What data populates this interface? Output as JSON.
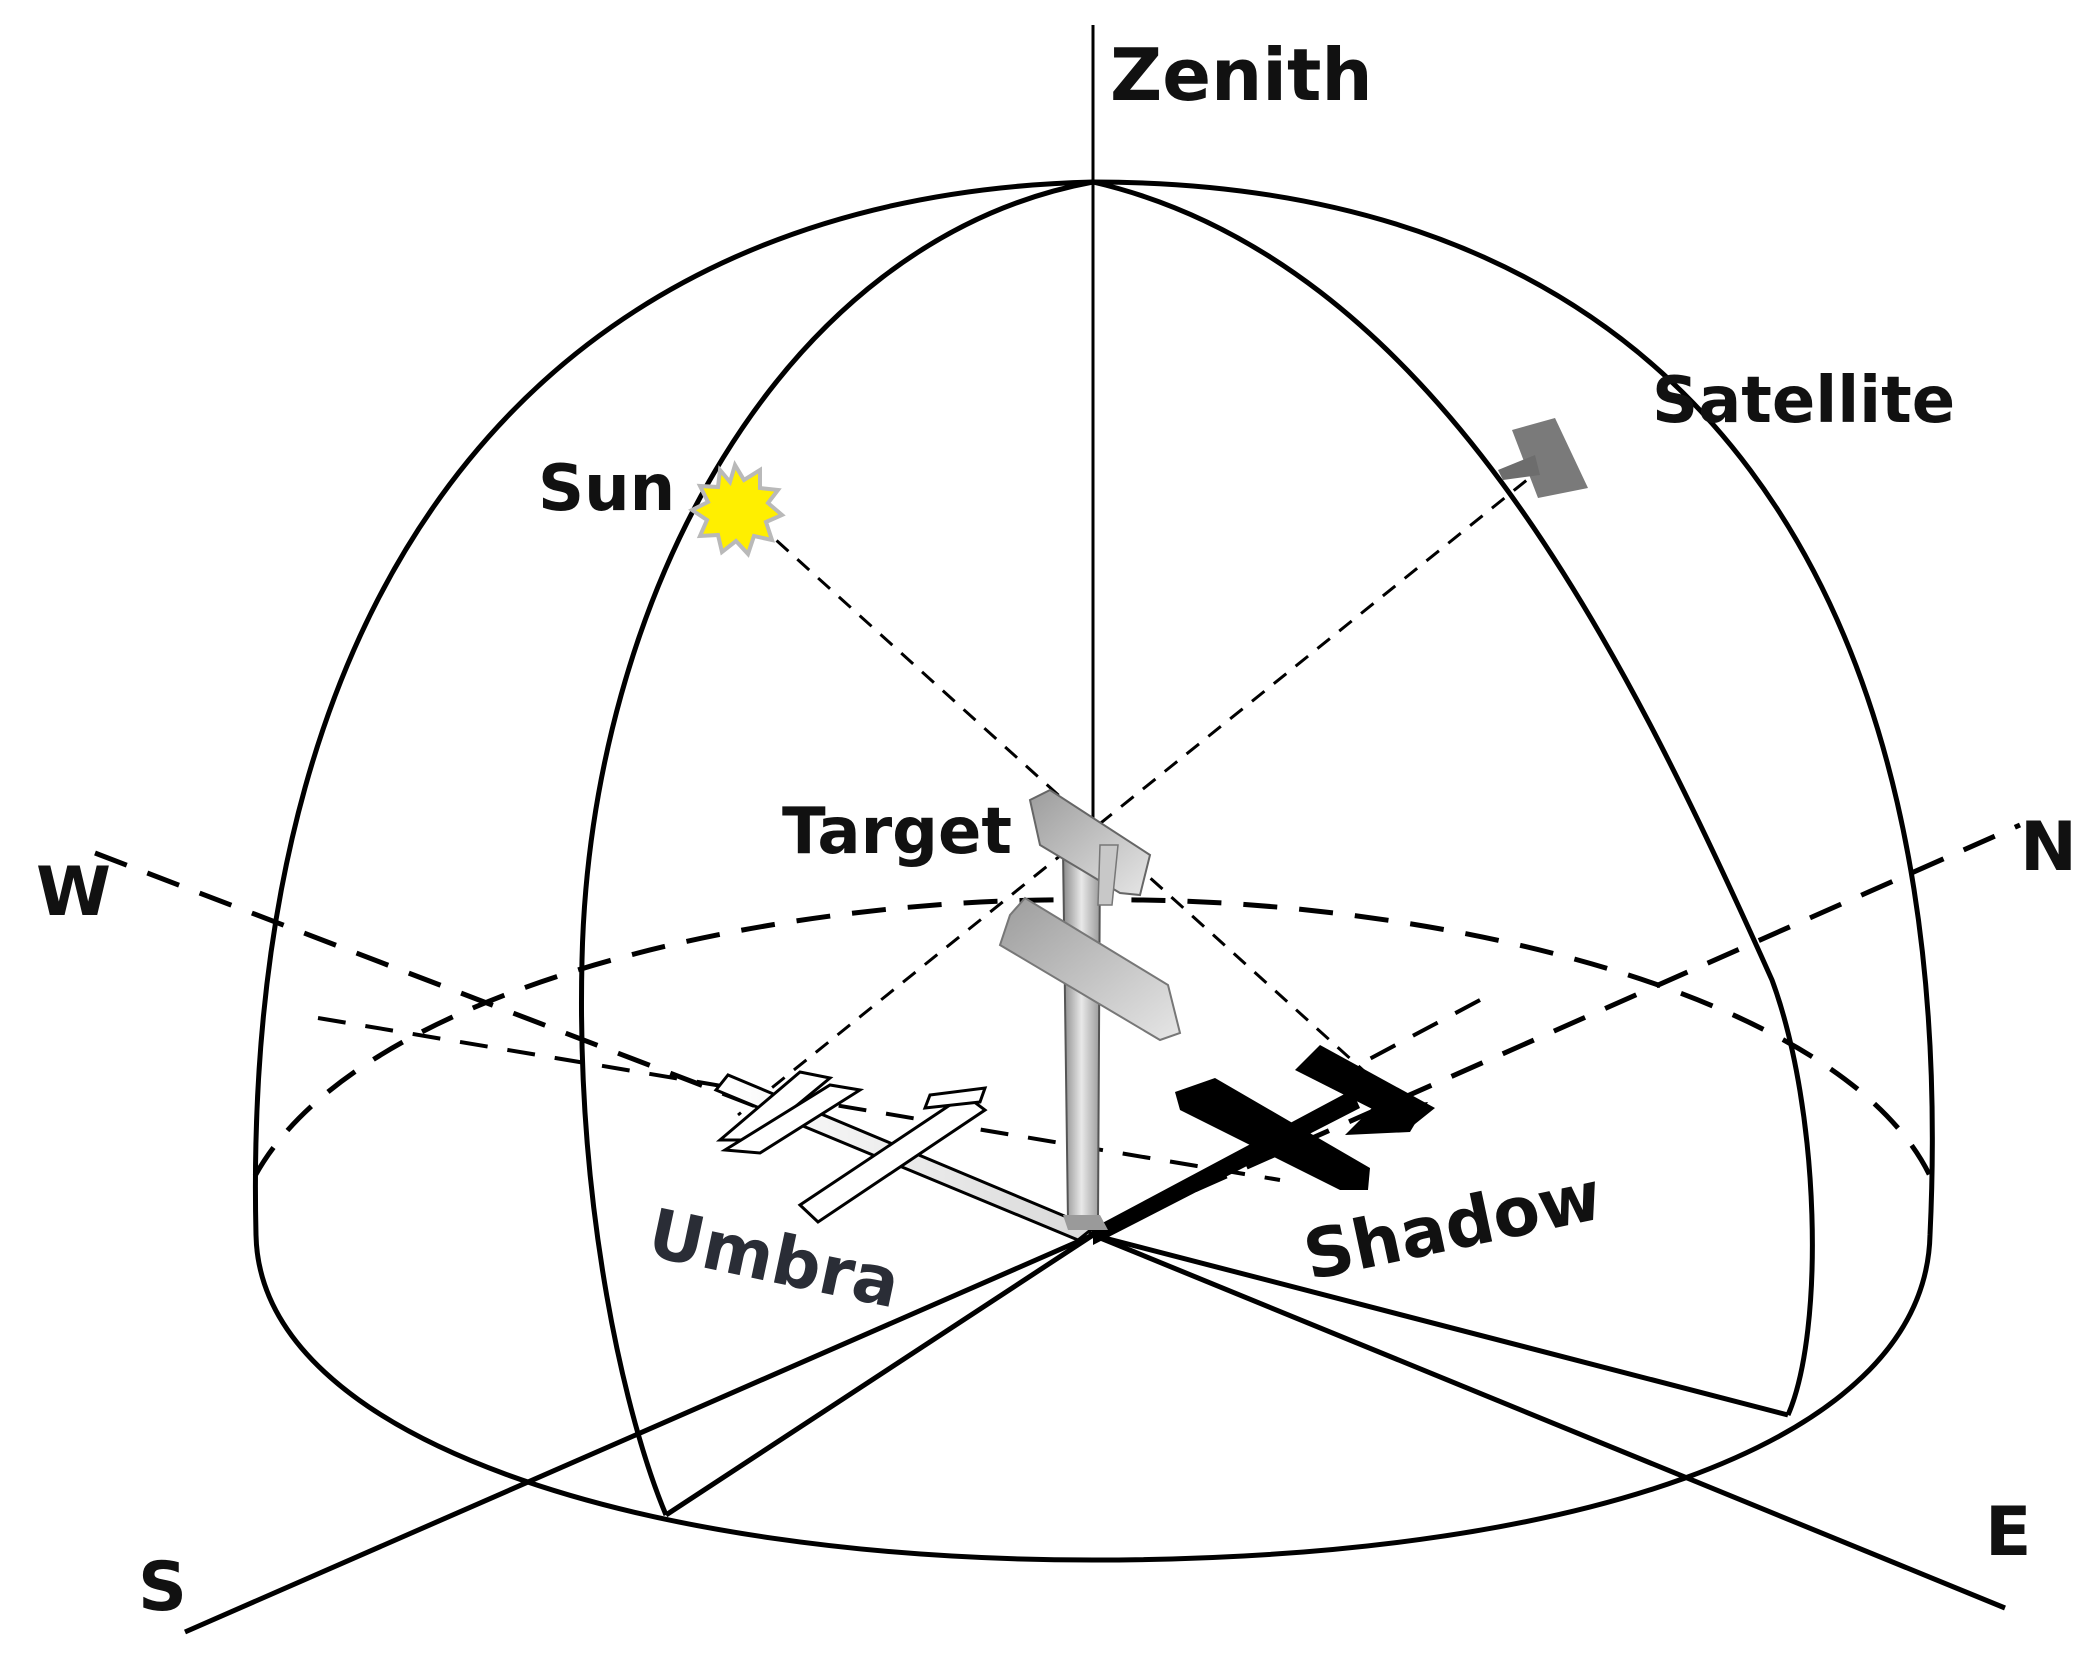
{
  "labels": {
    "zenith": "Zenith",
    "satellite": "Satellite",
    "sun": "Sun",
    "target": "Target",
    "umbra": "Umbra",
    "shadow": "Shadow",
    "west": "W",
    "north": "N",
    "south": "S",
    "east": "E"
  },
  "colors": {
    "line": "#000000",
    "sun_fill": "#ffef00",
    "sun_rim": "#b9b9b9",
    "satellite": "#7a7a7a",
    "target": "#b8b8b8",
    "shadow": "#000000",
    "umbra_label": "#2a2d36"
  },
  "icons": {
    "sun": "sun-icon",
    "satellite": "satellite-icon",
    "target": "aircraft-target-icon",
    "shadow": "aircraft-shadow-icon",
    "umbra": "aircraft-umbra-icon"
  }
}
